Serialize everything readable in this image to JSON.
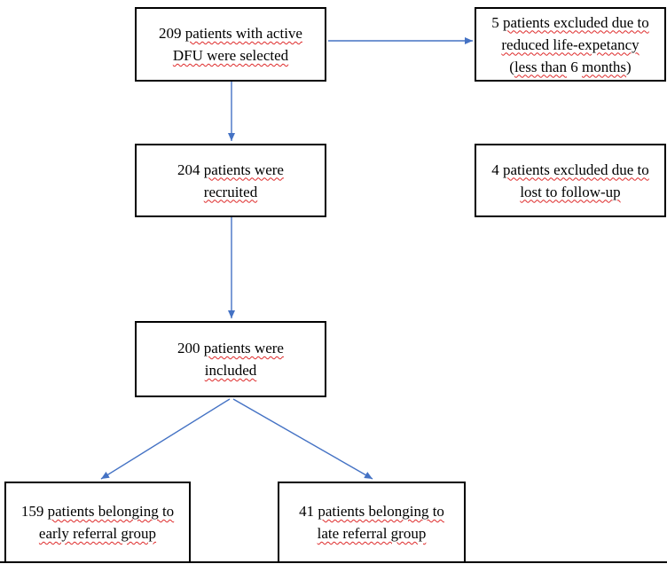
{
  "figure": {
    "type": "flowchart",
    "colors": {
      "arrow": "#4472C4",
      "border": "#000000",
      "wavy_underline": "#de2a2a",
      "background": "#ffffff"
    },
    "boxes": {
      "selected": {
        "lines": [
          [
            {
              "t": "209 "
            },
            {
              "t": "patients with active",
              "w": true
            }
          ],
          [
            {
              "t": "DFU were selected",
              "w": true
            }
          ]
        ]
      },
      "excluded_life_expectancy": {
        "lines": [
          [
            {
              "t": "5 "
            },
            {
              "t": "patients excluded due to",
              "w": true
            }
          ],
          [
            {
              "t": "reduced life-expetancy",
              "w": true
            }
          ],
          [
            {
              "t": "("
            },
            {
              "t": "less than",
              "w": true
            },
            {
              "t": " 6 "
            },
            {
              "t": "months",
              "w": true
            },
            {
              "t": ")"
            }
          ]
        ]
      },
      "recruited": {
        "lines": [
          [
            {
              "t": "204 "
            },
            {
              "t": "patients were",
              "w": true
            }
          ],
          [
            {
              "t": "recruited",
              "w": true
            }
          ]
        ]
      },
      "excluded_lost_follow_up": {
        "lines": [
          [
            {
              "t": "4 "
            },
            {
              "t": "patients excluded due to",
              "w": true
            }
          ],
          [
            {
              "t": "lost to follow-up",
              "w": true
            }
          ]
        ]
      },
      "included": {
        "lines": [
          [
            {
              "t": "200 "
            },
            {
              "t": "patients were",
              "w": true
            }
          ],
          [
            {
              "t": "included",
              "w": true
            }
          ]
        ]
      },
      "early_referral": {
        "lines": [
          [
            {
              "t": "159 "
            },
            {
              "t": "patients belonging to",
              "w": true
            }
          ],
          [
            {
              "t": "early referral group",
              "w": true
            }
          ]
        ]
      },
      "late_referral": {
        "lines": [
          [
            {
              "t": "41 "
            },
            {
              "t": "patients belonging to",
              "w": true
            }
          ],
          [
            {
              "t": "late referral group",
              "w": true
            }
          ]
        ]
      }
    }
  }
}
